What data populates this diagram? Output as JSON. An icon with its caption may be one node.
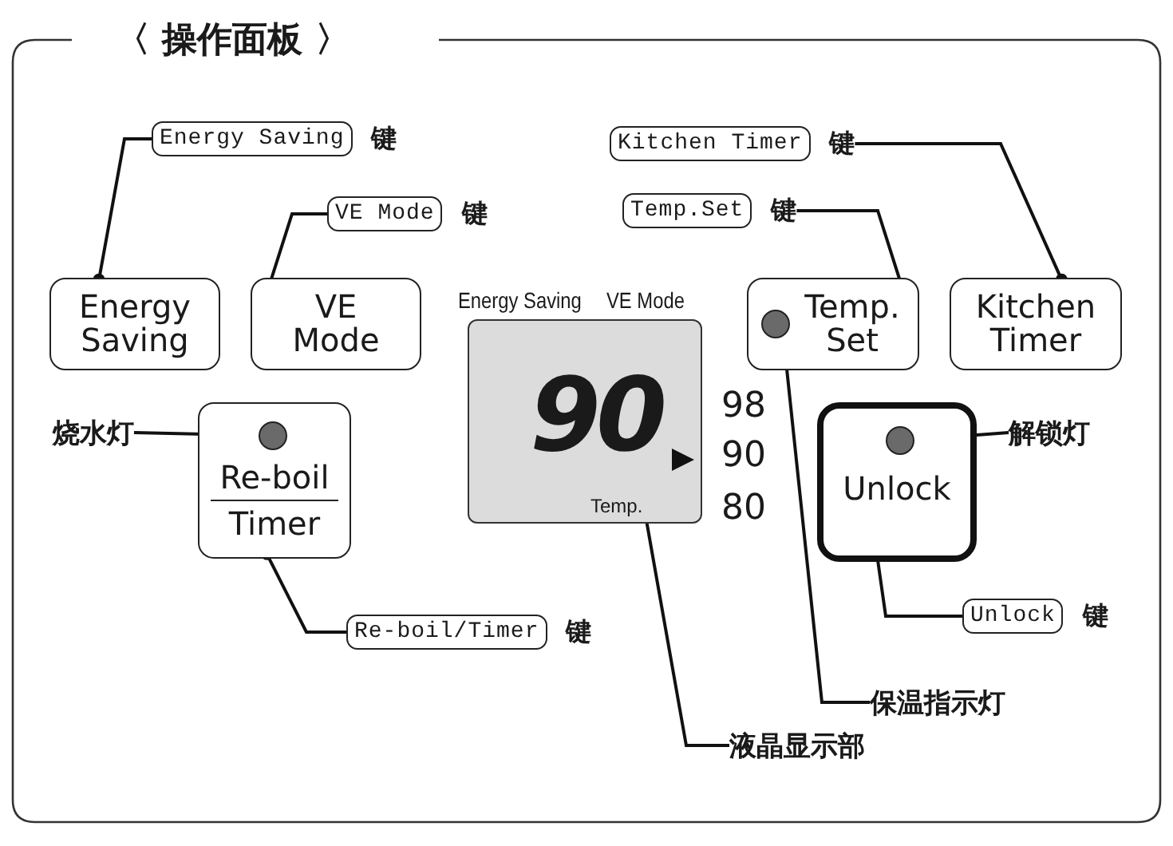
{
  "diagram": {
    "title": "〈 操作面板 〉",
    "nodes": [
      {
        "text": [
          "Energy Saving"
        ],
        "beside": [
          "键"
        ]
      },
      {
        "text": [
          "Kitchen Timer"
        ],
        "beside": [
          "键"
        ]
      },
      {
        "text": [
          "VE Mode"
        ],
        "beside": [
          "键"
        ]
      },
      {
        "text": [
          "Temp.Set"
        ],
        "beside": [
          "键"
        ]
      },
      {
        "text": [
          "Energy Saving"
        ]
      },
      {
        "text": [
          "VE Mode"
        ]
      },
      {
        "text": [
          "90",
          "Temp."
        ]
      },
      {
        "text": [
          "Temp. Set"
        ]
      },
      {
        "text": [],
        "shape": "circle",
        "in": 7
      },
      {
        "text": [
          "Kitchen Timer"
        ]
      },
      {
        "text": [
          "烧水灯"
        ]
      },
      {
        "text": [
          "Re-boil",
          "Timer"
        ]
      },
      {
        "text": [],
        "shape": "circle",
        "in": 11
      },
      {
        "text": [
          "Unlock"
        ]
      },
      {
        "text": [],
        "shape": "circle",
        "in": 13
      },
      {
        "text": [
          "解锁灯"
        ]
      },
      {
        "text": [
          "Re-boil/Timer"
        ],
        "beside": [
          "键"
        ]
      },
      {
        "text": [
          "Unlock"
        ],
        "beside": [
          "键"
        ]
      },
      {
        "text": [
          "保温指示灯"
        ]
      },
      {
        "text": [
          "液晶显示部"
        ]
      }
    ],
    "edges": [
      {
        "from": 0,
        "to": 4,
        "arrow": "other"
      },
      {
        "from": 2,
        "to": 5,
        "arrow": "other"
      },
      {
        "from": 1,
        "to": 9,
        "arrow": "other"
      },
      {
        "from": 3,
        "to": 7,
        "arrow": "other"
      },
      {
        "from": 10,
        "to": 12,
        "arrow": "other"
      },
      {
        "from": 16,
        "to": 11,
        "arrow": "other"
      },
      {
        "from": 15,
        "to": 14,
        "arrow": "other"
      },
      {
        "from": 17,
        "to": 13,
        "arrow": "other"
      },
      {
        "from": 18,
        "to": 8,
        "arrow": "other"
      },
      {
        "from": 19,
        "to": 6,
        "arrow": "other"
      }
    ],
    "labels": [
      "Energy Saving",
      "VE Mode",
      "98",
      "90",
      "80"
    ]
  }
}
